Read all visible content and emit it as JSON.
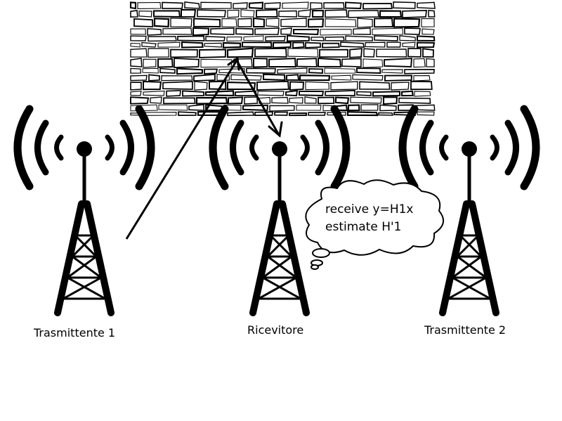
{
  "towers": [
    {
      "name": "transmitter-1",
      "label": "Trasmittente 1"
    },
    {
      "name": "receiver",
      "label": "Ricevitore"
    },
    {
      "name": "transmitter-2",
      "label": "Trasmittente 2"
    }
  ],
  "thought_bubble": {
    "line1": "receive y=H1x",
    "line2": "estimate H'1"
  },
  "colors": {
    "ink": "#000000",
    "background": "#ffffff"
  },
  "icons": {
    "tower": "radio-tower-icon",
    "wall": "stone-wall-texture",
    "arrow": "signal-arrow"
  }
}
